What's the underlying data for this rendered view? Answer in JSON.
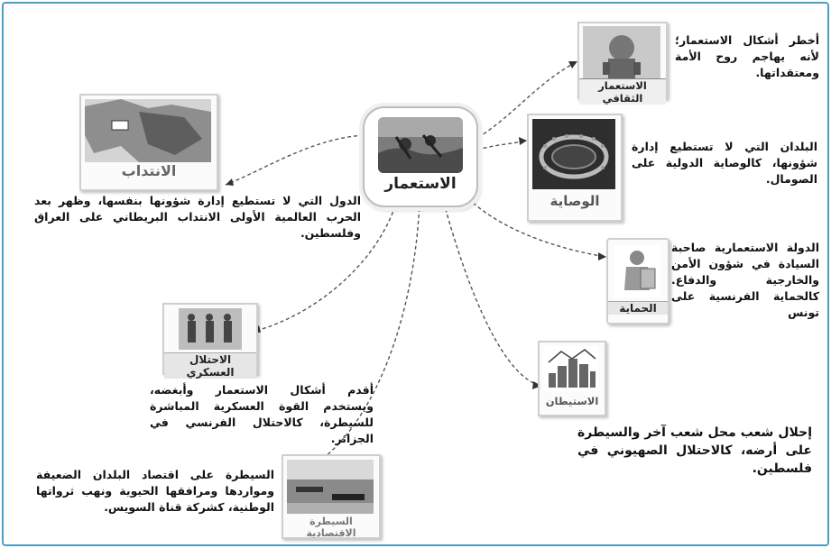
{
  "central": {
    "label": "الاستعمار"
  },
  "nodes": {
    "cultural": {
      "caption": "الاستعمار الثقافي",
      "description": "أخطر أشكال الاستعمار؛ لأنه يهاجم روح الأمة ومعتقداتها."
    },
    "trusteeship": {
      "caption": "الوصاية",
      "description": "البلدان التي لا تستطيع إدارة شؤونها، كالوصاية الدولية على الصومال."
    },
    "protection": {
      "caption": "الحماية",
      "description": "الدولة الاستعمارية صاحبة السيادة في شؤون الأمن والخارجية والدفاع. كالحماية الفرنسية على تونس"
    },
    "settlement": {
      "caption": "الاستيطان",
      "description": "إحلال شعب محل شعب آخر والسيطرة على أرضه، كالاحتلال الصهيوني في فلسطين."
    },
    "economic": {
      "caption": "السيطرة الاقتصادية",
      "description": "السيطرة على اقتصاد البلدان الضعيفة ومواردها ومرافقها الحيوية ونهب ثرواتها الوطنية، كشركة قناة السويس."
    },
    "military": {
      "caption": "الاحتلال العسكري",
      "description": "أقدم أشكال الاستعمار وأبغضه، ويستخدم القوة العسكرية المباشرة للسيطرة، كالاحتلال الفرنسي في الجزائر."
    },
    "mandate": {
      "caption": "الانتداب",
      "description": "الدول التي لا تستطيع إدارة شؤونها بنفسها، وظهر بعد الحرب العالمية الأولى الانتداب البريطاني على العراق وفلسطين."
    }
  },
  "colors": {
    "frame": "#4aa0c4",
    "connector": "#555555"
  }
}
